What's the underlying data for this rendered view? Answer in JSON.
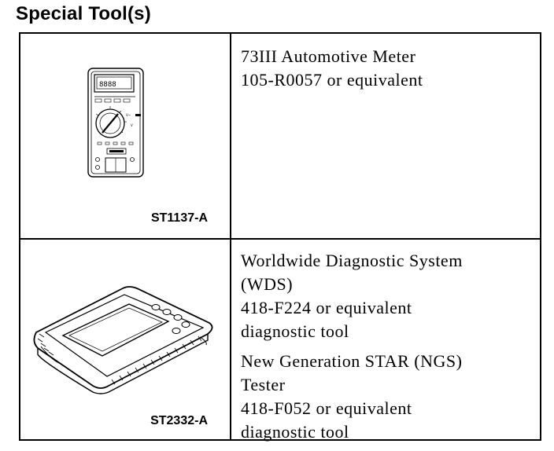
{
  "heading": "Special Tool(s)",
  "tools": [
    {
      "illustration": "multimeter-icon",
      "id_code": "ST1137-A",
      "descriptions": [
        [
          "73III Automotive Meter",
          "105-R0057 or equivalent"
        ]
      ]
    },
    {
      "illustration": "diagnostic-tablet-icon",
      "id_code": "ST2332-A",
      "descriptions": [
        [
          "Worldwide Diagnostic System",
          "(WDS)",
          "418-F224 or equivalent",
          "diagnostic tool"
        ],
        [
          "New Generation STAR (NGS)",
          "Tester",
          "418-F052 or equivalent",
          "diagnostic tool"
        ]
      ]
    }
  ]
}
